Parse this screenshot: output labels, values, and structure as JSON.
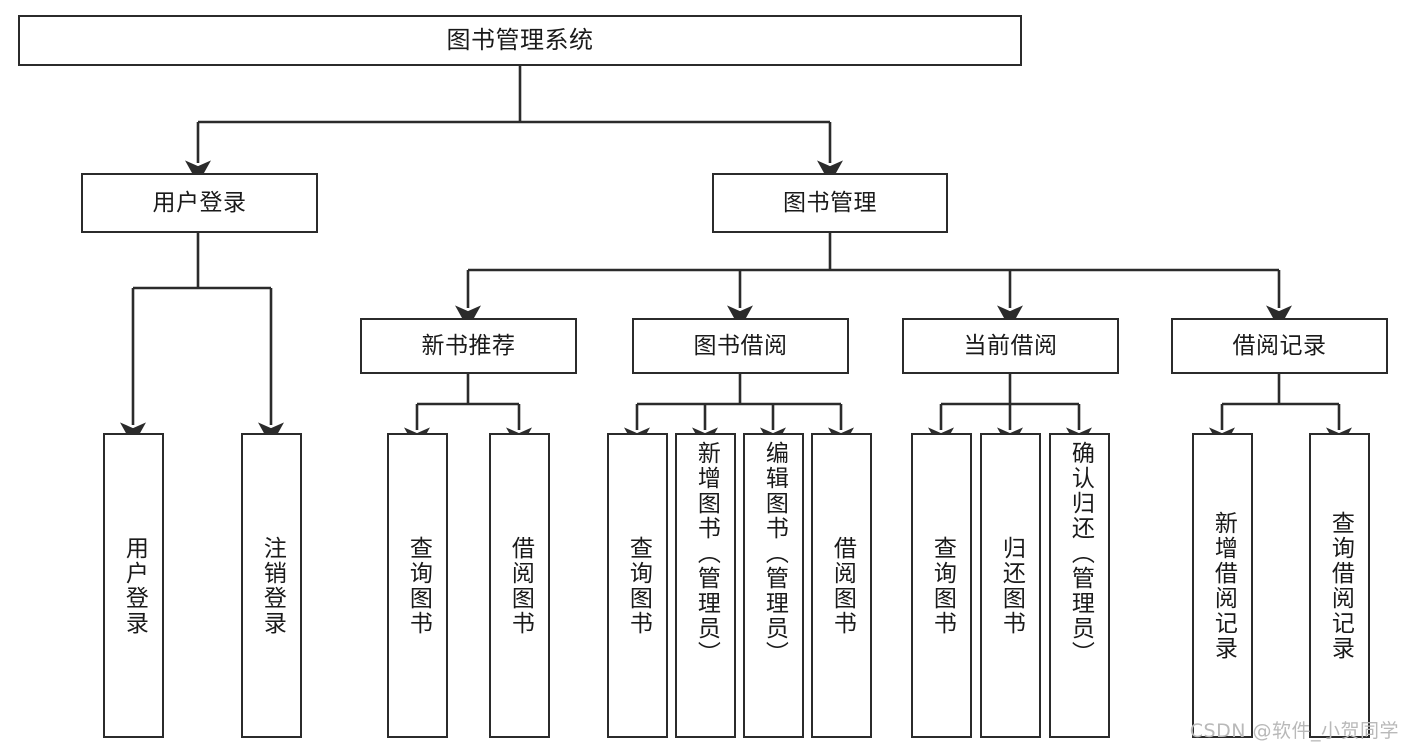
{
  "diagram": {
    "type": "tree-hierarchy",
    "title": "图书管理系统",
    "root": {
      "id": "root",
      "label": "图书管理系统",
      "orientation": "horizontal"
    },
    "level2": [
      {
        "id": "user-login",
        "label": "用户登录",
        "orientation": "horizontal"
      },
      {
        "id": "book-management",
        "label": "图书管理",
        "orientation": "horizontal"
      }
    ],
    "level3": [
      {
        "id": "new-book-recommend",
        "label": "新书推荐",
        "orientation": "horizontal",
        "parent": "book-management"
      },
      {
        "id": "book-borrow",
        "label": "图书借阅",
        "orientation": "horizontal",
        "parent": "book-management"
      },
      {
        "id": "current-borrow",
        "label": "当前借阅",
        "orientation": "horizontal",
        "parent": "book-management"
      },
      {
        "id": "borrow-record",
        "label": "借阅记录",
        "orientation": "horizontal",
        "parent": "book-management"
      }
    ],
    "leaves": [
      {
        "id": "leaf-user-login",
        "label": "用户登录",
        "parent": "user-login",
        "orientation": "vertical"
      },
      {
        "id": "leaf-logout-login",
        "label": "注销登录",
        "parent": "user-login",
        "orientation": "vertical"
      },
      {
        "id": "leaf-query-book-1",
        "label": "查询图书",
        "parent": "new-book-recommend",
        "orientation": "vertical"
      },
      {
        "id": "leaf-borrow-book-1",
        "label": "借阅图书",
        "parent": "new-book-recommend",
        "orientation": "vertical"
      },
      {
        "id": "leaf-query-book-2",
        "label": "查询图书",
        "parent": "book-borrow",
        "orientation": "vertical"
      },
      {
        "id": "leaf-add-book",
        "label": "新增图书（管理员）",
        "parent": "book-borrow",
        "orientation": "vertical"
      },
      {
        "id": "leaf-edit-book",
        "label": "编辑图书（管理员）",
        "parent": "book-borrow",
        "orientation": "vertical"
      },
      {
        "id": "leaf-borrow-book-2",
        "label": "借阅图书",
        "parent": "book-borrow",
        "orientation": "vertical"
      },
      {
        "id": "leaf-query-book-3",
        "label": "查询图书",
        "parent": "current-borrow",
        "orientation": "vertical"
      },
      {
        "id": "leaf-return-book",
        "label": "归还图书",
        "parent": "current-borrow",
        "orientation": "vertical"
      },
      {
        "id": "leaf-confirm-return",
        "label": "确认归还（管理员）",
        "parent": "current-borrow",
        "orientation": "vertical"
      },
      {
        "id": "leaf-add-record",
        "label": "新增借阅记录",
        "parent": "borrow-record",
        "orientation": "vertical"
      },
      {
        "id": "leaf-query-record",
        "label": "查询借阅记录",
        "parent": "borrow-record",
        "orientation": "vertical"
      }
    ],
    "colors": {
      "stroke": "#2b2b2b",
      "fill": "#ffffff",
      "text": "#1a1a1a",
      "watermark": "#b9b9b9"
    }
  },
  "watermark": {
    "text": "CSDN @软件_小贺同学"
  }
}
